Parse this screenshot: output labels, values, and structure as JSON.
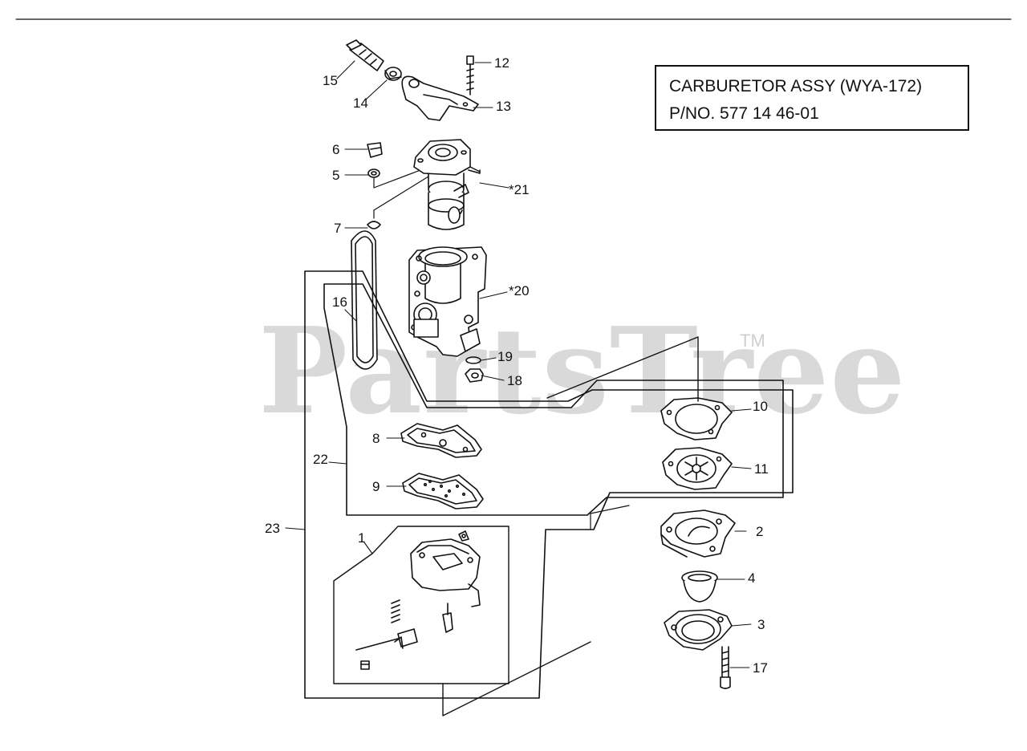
{
  "title_box": {
    "line1": "CARBURETOR ASSY (WYA-172)",
    "line2": "P/NO. 577 14 46-01"
  },
  "watermark": {
    "text": "PartsTree",
    "trademark": "TM"
  },
  "part_labels": {
    "p1": "1",
    "p2": "2",
    "p3": "3",
    "p4": "4",
    "p5": "5",
    "p6": "6",
    "p7": "7",
    "p8": "8",
    "p9": "9",
    "p10": "10",
    "p11": "11",
    "p12": "12",
    "p13": "13",
    "p14": "14",
    "p15": "15",
    "p16": "16",
    "p17": "17",
    "p18": "18",
    "p19": "19",
    "p20": "*20",
    "p21": "*21",
    "p22": "22",
    "p23": "23"
  }
}
